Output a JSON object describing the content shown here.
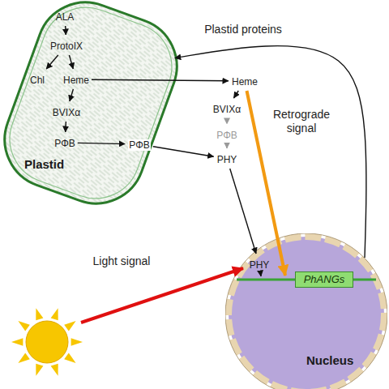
{
  "diagram": {
    "nodes": [
      {
        "text": [
          "Plastid"
        ]
      },
      {
        "text": [
          "ALA"
        ],
        "in": 0
      },
      {
        "text": [
          "ProtoIX"
        ],
        "in": 0
      },
      {
        "text": [
          "Chl"
        ],
        "in": 0
      },
      {
        "text": [
          "Heme"
        ],
        "in": 0
      },
      {
        "text": [
          "BVIXα"
        ],
        "in": 0
      },
      {
        "text": [
          "PΦB"
        ],
        "in": 0
      },
      {
        "text": [
          "PΦB"
        ]
      },
      {
        "text": [
          "Heme"
        ]
      },
      {
        "text": [
          "BVIXα"
        ]
      },
      {
        "text": [
          "PΦB"
        ]
      },
      {
        "text": [
          "PHY"
        ]
      },
      {
        "text": [
          "Nucleus"
        ]
      },
      {
        "text": [
          "PHY"
        ],
        "in": 12
      },
      {
        "text": [
          "PhANGs"
        ],
        "in": 12
      }
    ],
    "edges": [
      {
        "from": 1,
        "to": 2,
        "arrow": "to"
      },
      {
        "from": 2,
        "to": 3,
        "arrow": "to"
      },
      {
        "from": 2,
        "to": 4,
        "arrow": "to"
      },
      {
        "from": 4,
        "to": 5,
        "arrow": "to"
      },
      {
        "from": 5,
        "to": 6,
        "arrow": "to"
      },
      {
        "from": 6,
        "to": 7,
        "arrow": "to"
      },
      {
        "from": 4,
        "to": 8,
        "arrow": "to"
      },
      {
        "from": 8,
        "to": 9,
        "arrow": "to"
      },
      {
        "from": 9,
        "to": 10,
        "arrow": "to"
      },
      {
        "from": 10,
        "to": 11,
        "arrow": "to"
      },
      {
        "from": 7,
        "to": 11,
        "arrow": "to"
      },
      {
        "from": 11,
        "to": 13,
        "arrow": "to"
      },
      {
        "from": 13,
        "to": 14,
        "arrow": "to"
      },
      {
        "from": 8,
        "to": 14,
        "label": "Retrograde signal",
        "arrow": "to"
      },
      {
        "from": 12,
        "to": 0,
        "label": "Plastid proteins",
        "arrow": "to"
      }
    ],
    "labels": [
      "Light signal"
    ]
  }
}
